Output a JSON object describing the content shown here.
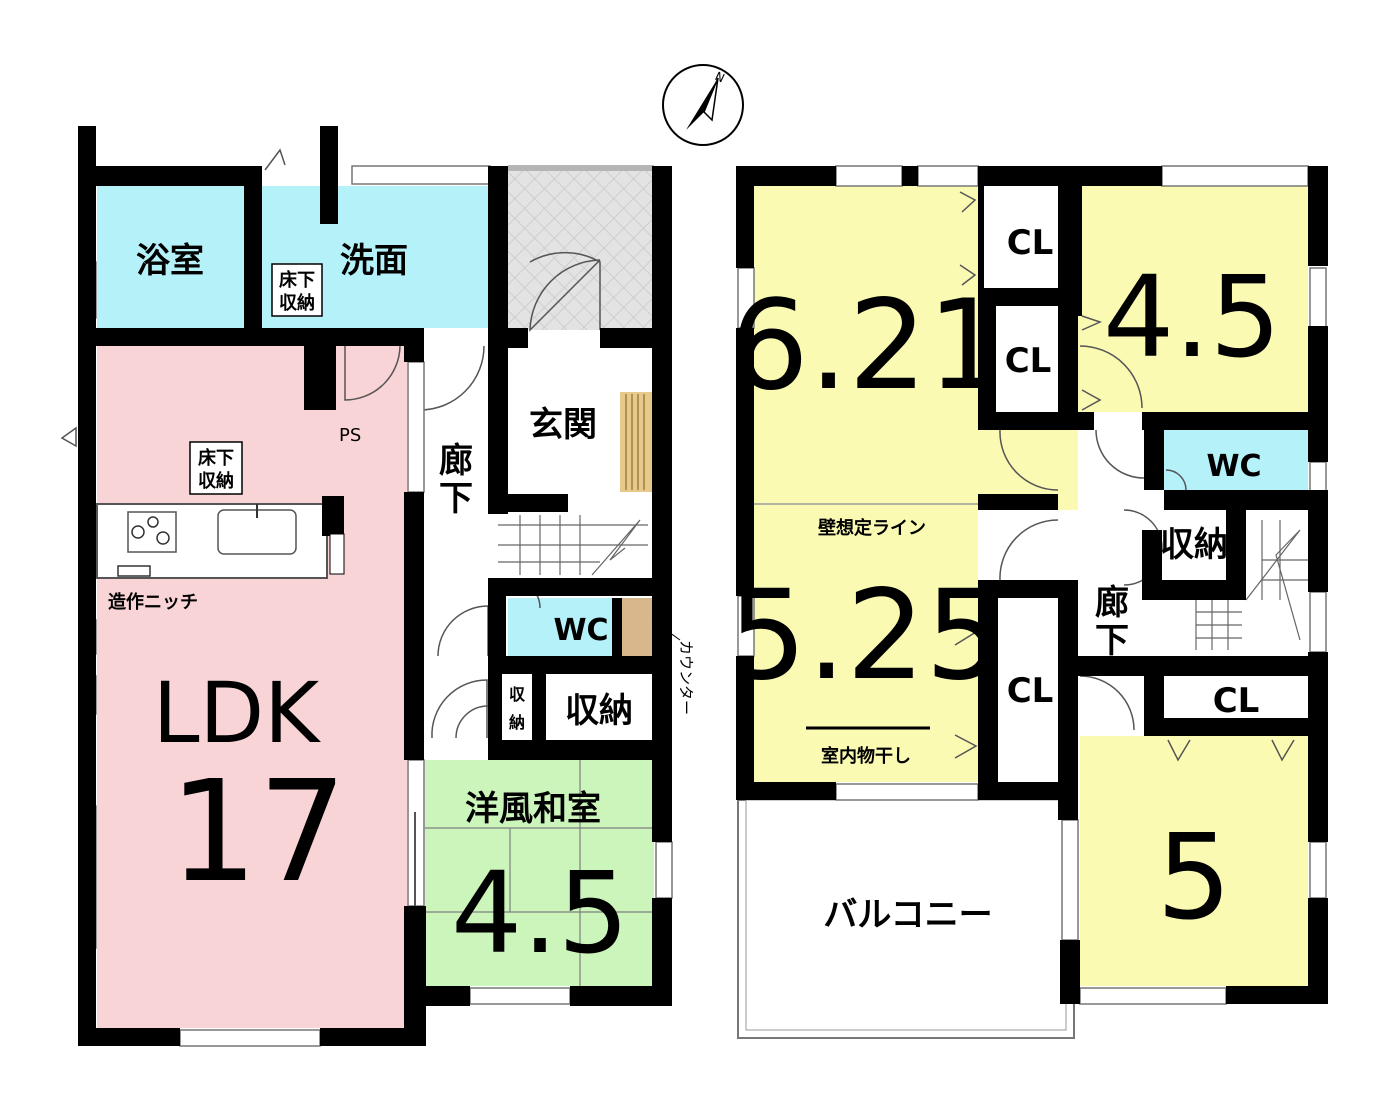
{
  "compass": {
    "north": "N"
  },
  "floor1": {
    "bath": "浴室",
    "washroom": "洗面",
    "underfloor_storage_1": [
      "床下",
      "収納"
    ],
    "underfloor_storage_2": [
      "床下",
      "収納"
    ],
    "ps": "PS",
    "ldk_name": "LDK",
    "ldk_size": "17",
    "niche": "造作ニッチ",
    "entrance": "玄関",
    "hallway": [
      "廊",
      "下"
    ],
    "wc": "WC",
    "counter": "カウンター",
    "small_storage": [
      "収",
      "納"
    ],
    "storage": "収納",
    "japanese_room_name": "洋風和室",
    "japanese_room_size": "4.5"
  },
  "floor2": {
    "room_a_size": "6.21",
    "room_b_size": "4.5",
    "closet_1": "CL",
    "closet_2": "CL",
    "wc": "WC",
    "wall_note": "壁想定ライン",
    "room_c_size": "5.25",
    "closet_3": "CL",
    "storage": "収納",
    "hallway": [
      "廊",
      "下"
    ],
    "closet_4": "CL",
    "drying_note": "室内物干し",
    "balcony": "バルコニー",
    "room_d_size": "5"
  },
  "colors": {
    "wet_area": "#b5f1f9",
    "ldk": "#f9d4d6",
    "japanese_room": "#cbf5bb",
    "bedroom": "#fafab3",
    "entrance_tile": "#e3e3e3",
    "counter": "#d7b78b",
    "stairs_wood": "#e8c98c",
    "wall": "#000000"
  }
}
